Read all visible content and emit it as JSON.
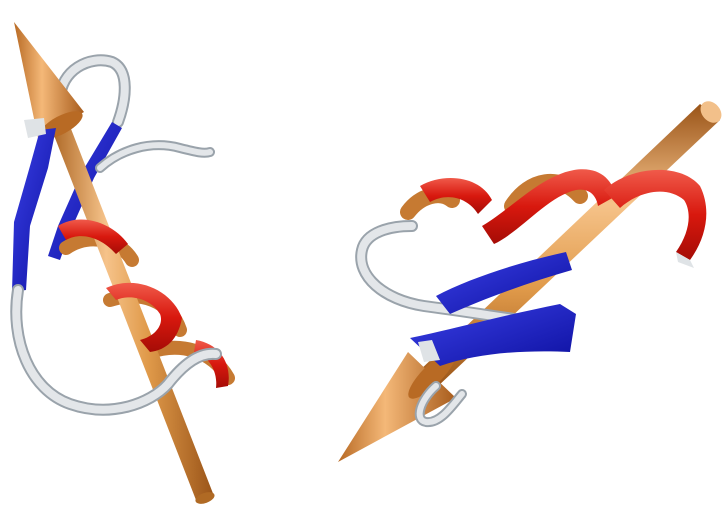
{
  "figure": {
    "panels": [
      {
        "name": "left-structure",
        "elements": [
          "dipole-arrow",
          "helix",
          "beta-strand",
          "coil"
        ]
      },
      {
        "name": "right-structure",
        "elements": [
          "dipole-arrow",
          "helix",
          "beta-strand",
          "coil"
        ]
      }
    ]
  },
  "colors": {
    "background": "#ffffff",
    "arrow": "#e09a4a",
    "arrow_shadow": "#b06a24",
    "arrow_highlight": "#f6c990",
    "helix": "#d91a12",
    "helix_inner": "#c67a32",
    "strand": "#1b1fc4",
    "coil": "#dfe3e6",
    "coil_edge": "#9aa3ab"
  }
}
